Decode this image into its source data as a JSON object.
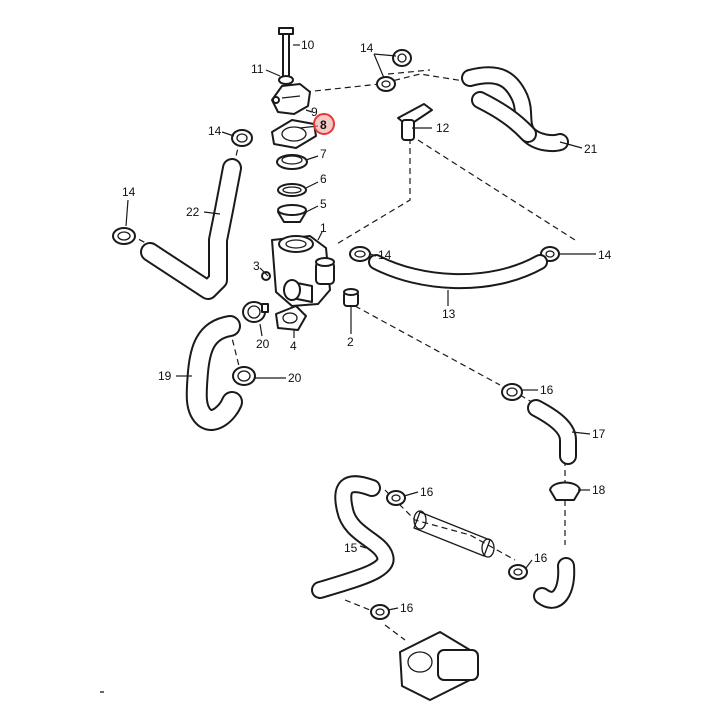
{
  "diagram": {
    "highlight_color": "#e53935",
    "highlighted_part": "8",
    "callouts": [
      {
        "id": "c10",
        "text": "10"
      },
      {
        "id": "c11",
        "text": "11"
      },
      {
        "id": "c9",
        "text": "9"
      },
      {
        "id": "c8",
        "text": "8"
      },
      {
        "id": "c7",
        "text": "7"
      },
      {
        "id": "c6",
        "text": "6"
      },
      {
        "id": "c5",
        "text": "5"
      },
      {
        "id": "c1",
        "text": "1"
      },
      {
        "id": "c3",
        "text": "3"
      },
      {
        "id": "c4",
        "text": "4"
      },
      {
        "id": "c2",
        "text": "2"
      },
      {
        "id": "c20a",
        "text": "20"
      },
      {
        "id": "c20b",
        "text": "20"
      },
      {
        "id": "c19",
        "text": "19"
      },
      {
        "id": "c22",
        "text": "22"
      },
      {
        "id": "c14a",
        "text": "14"
      },
      {
        "id": "c14b",
        "text": "14"
      },
      {
        "id": "c14c",
        "text": "14"
      },
      {
        "id": "c14d",
        "text": "14"
      },
      {
        "id": "c14e",
        "text": "14"
      },
      {
        "id": "c12",
        "text": "12"
      },
      {
        "id": "c21",
        "text": "21"
      },
      {
        "id": "c13",
        "text": "13"
      },
      {
        "id": "c16a",
        "text": "16"
      },
      {
        "id": "c16b",
        "text": "16"
      },
      {
        "id": "c16c",
        "text": "16"
      },
      {
        "id": "c16d",
        "text": "16"
      },
      {
        "id": "c17",
        "text": "17"
      },
      {
        "id": "c18",
        "text": "18"
      },
      {
        "id": "c15",
        "text": "15"
      }
    ]
  }
}
